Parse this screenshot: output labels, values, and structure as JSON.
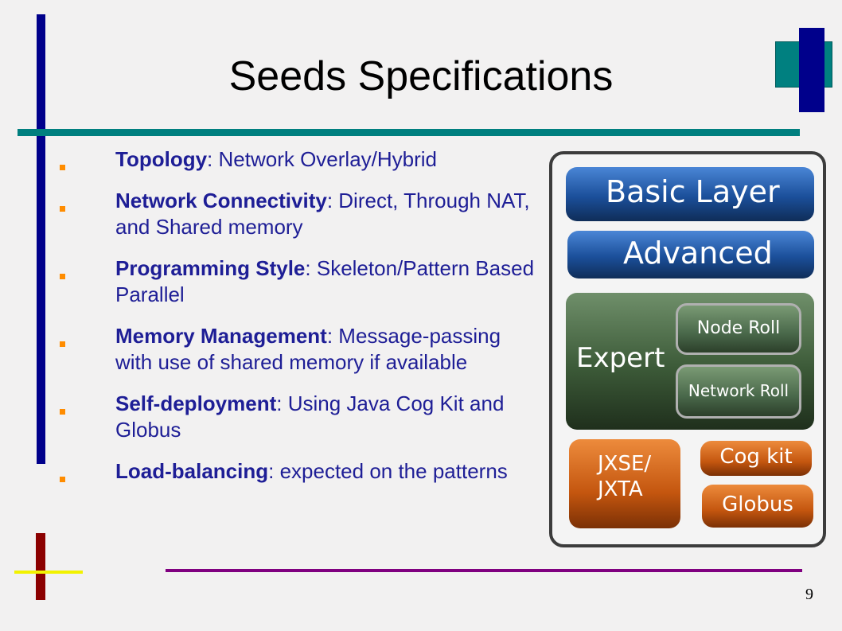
{
  "slide": {
    "title": "Seeds Specifications",
    "page_number": "9",
    "accent_colors": {
      "navy": "#00008b",
      "teal": "#007f7f",
      "maroon": "#8b0000",
      "yellow": "#f2f200",
      "purple": "#800080",
      "bullet_marker": "#ff8c00",
      "text": "#1e1e96"
    }
  },
  "bullets": [
    {
      "term": "Topology",
      "text": ": Network Overlay/Hybrid"
    },
    {
      "term": "Network Connectivity",
      "text": ":  Direct, Through NAT, and Shared memory"
    },
    {
      "term": "Programming Style",
      "text": ": Skeleton/Pattern Based Parallel"
    },
    {
      "term": "Memory Management",
      "text": ": Message-passing with use of shared memory if available"
    },
    {
      "term": "Self-deployment",
      "text": ": Using Java Cog Kit and Globus"
    },
    {
      "term": "Load-balancing",
      "text": ": expected on the patterns"
    }
  ],
  "diagram": {
    "basic_layer": "Basic Layer",
    "advanced": "Advanced",
    "expert": "Expert",
    "node_roll": "Node Roll",
    "network_roll": "Network Roll",
    "jxse_line1": "JXSE/",
    "jxse_line2": "JXTA",
    "cog_kit": "Cog kit",
    "globus": "Globus"
  }
}
